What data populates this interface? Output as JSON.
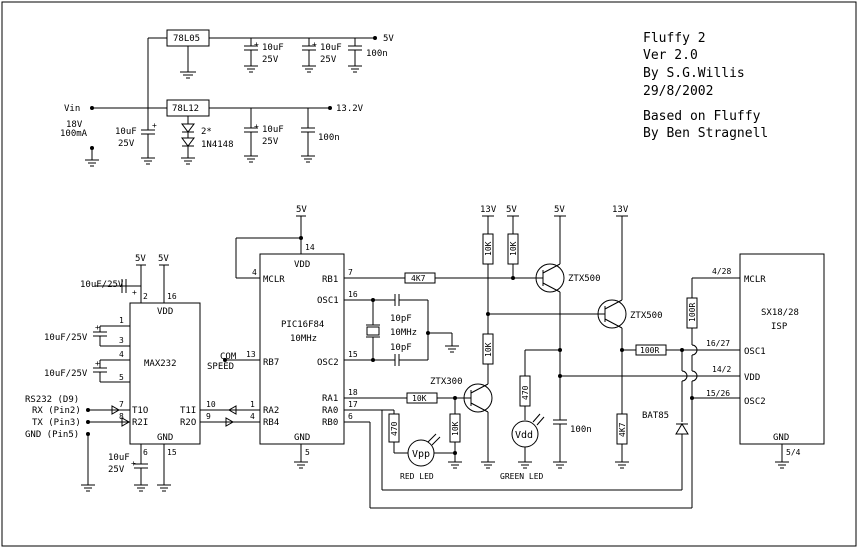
{
  "title": {
    "lines": [
      "Fluffy 2",
      "Ver 2.0",
      "By S.G.Willis",
      "29/8/2002"
    ],
    "based_on": [
      "Based on Fluffy",
      "By Ben Stragnell"
    ]
  },
  "power": {
    "reg1": "78L05",
    "reg2": "78L12",
    "out5": "5V",
    "out13": "13.2V",
    "vin": "Vin",
    "vin_spec": [
      "18V",
      "100mA"
    ],
    "cap10_25": [
      "10uF",
      "25V"
    ],
    "cap100n": "100n",
    "diodes": [
      "2*",
      "1N4148"
    ],
    "plus": "+"
  },
  "pic": {
    "name": [
      "PIC16F84",
      "10MHz"
    ],
    "vdd": "VDD",
    "gnd": "GND",
    "pins": {
      "mclr": "MCLR",
      "rb1": "RB1",
      "osc1": "OSC1",
      "osc2": "OSC2",
      "rb7": "RB7",
      "ra1": "RA1",
      "ra0": "RA0",
      "rb0": "RB0",
      "ra2": "RA2",
      "rb4": "RB4"
    },
    "nums": {
      "n14": "14",
      "n4": "4",
      "n7": "7",
      "n16": "16",
      "n15": "15",
      "n13": "13",
      "n18": "18",
      "n17": "17",
      "n6": "6",
      "n1": "1",
      "n9": "9",
      "n5": "5"
    },
    "com_speed": [
      "COM",
      "SPEED"
    ]
  },
  "crystal": {
    "cap": "10pF",
    "xtal": "10MHz"
  },
  "max232": {
    "name": "MAX232",
    "vdd": "VDD",
    "gnd": "GND",
    "pins": {
      "t10": "T1O",
      "r2i": "R2I",
      "t1i": "T1I",
      "r2o": "R2O"
    },
    "nums": {
      "n2": "2",
      "n16": "16",
      "n1": "1",
      "n3": "3",
      "n4": "4",
      "n5": "5",
      "n7": "7",
      "n8": "8",
      "n10": "10",
      "n9": "9",
      "n6": "6",
      "n15": "15"
    },
    "cap": "10uF/25V",
    "cap6": [
      "10uF",
      "25V"
    ]
  },
  "rs232": {
    "title": "RS232 (D9)",
    "rx": "RX (Pin2)",
    "tx": "TX (Pin3)",
    "gnd": "GND (Pin5)"
  },
  "supply_labels": {
    "v5": "5V",
    "v13": "13V"
  },
  "resistors": {
    "r4k7": "4K7",
    "r10k": "10K",
    "r1k": "10K",
    "r470": "470",
    "r100r": "100R"
  },
  "transistors": {
    "ztx500": "ZTX500",
    "ztx300": "ZTX300"
  },
  "leds": {
    "vpp": "Vpp",
    "vdd": "Vdd",
    "red": "RED LED",
    "green": "GREEN LED"
  },
  "diode_bat": "BAT85",
  "cap_100n": "100n",
  "isp": {
    "name": [
      "SX18/28",
      "ISP"
    ],
    "mclr": "MCLR",
    "osc1": "OSC1",
    "vdd": "VDD",
    "osc2": "OSC2",
    "gnd": "GND",
    "nums": {
      "n428": "4/28",
      "n1627": "16/27",
      "n142": "14/2",
      "n1526": "15/26",
      "n54": "5/4"
    }
  }
}
